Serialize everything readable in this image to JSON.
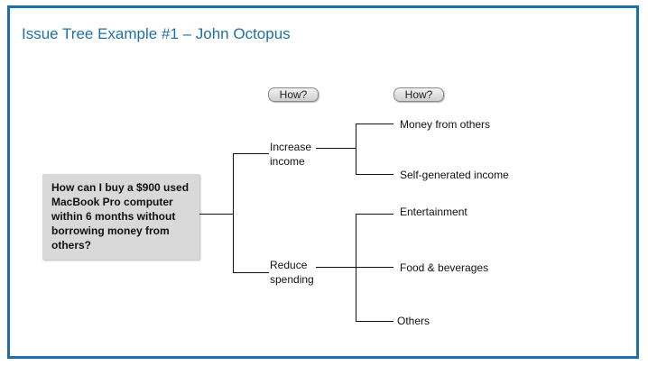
{
  "title": "Issue Tree Example #1 – John Octopus",
  "headers": {
    "level1": "How?",
    "level2": "How?"
  },
  "root_question": "How can I buy a $900 used MacBook Pro computer within 6 months without borrowing money from others?",
  "branches": [
    {
      "label": "Increase income",
      "children": [
        "Money from others",
        "Self-generated income"
      ]
    },
    {
      "label": "Reduce spending",
      "children": [
        "Entertainment",
        "Food & beverages",
        "Others"
      ]
    }
  ]
}
